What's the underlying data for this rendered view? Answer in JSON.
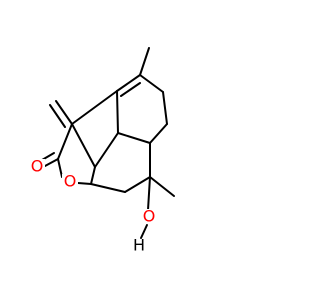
{
  "molecule": {
    "atoms": {
      "ring_oxygen": {
        "symbol": "O",
        "color": "#ff0000"
      },
      "carbonyl_oxygen": {
        "symbol": "O",
        "color": "#ff0000"
      },
      "hydroxyl_oxygen": {
        "symbol": "O",
        "color": "#ff0000"
      },
      "hydroxyl_hydrogen": {
        "symbol": "H",
        "color": "#000000"
      }
    },
    "bond_color": "#000000"
  }
}
